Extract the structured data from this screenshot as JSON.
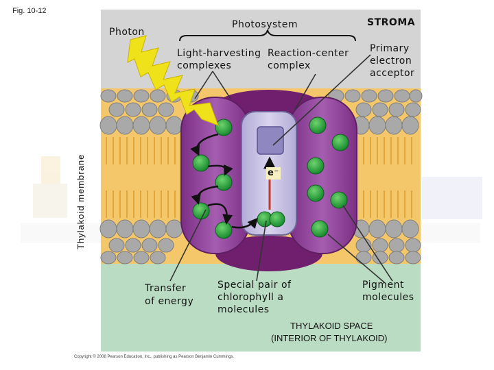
{
  "figure_label": "Fig. 10-12",
  "labels": {
    "photon": "Photon",
    "photosystem": "Photosystem",
    "stroma": "STROMA",
    "light_harvesting_1": "Light-harvesting",
    "light_harvesting_2": "complexes",
    "reaction_center_1": "Reaction-center",
    "reaction_center_2": "complex",
    "primary_acceptor_1": "Primary",
    "primary_acceptor_2": "electron",
    "primary_acceptor_3": "acceptor",
    "thylakoid_membrane": "Thylakoid membrane",
    "electron": "e⁻",
    "transfer_1": "Transfer",
    "transfer_2": "of energy",
    "special_pair_1": "Special pair of",
    "special_pair_2": "chlorophyll a",
    "special_pair_3": "molecules",
    "pigment_1": "Pigment",
    "pigment_2": "molecules",
    "thylakoid_space_1": "THYLAKOID SPACE",
    "thylakoid_space_2": "(INTERIOR OF THYLAKOID)"
  },
  "copyright": "Copyright © 2008 Pearson Education, Inc., publishing as Pearson Benjamin Cummings.",
  "colors": {
    "stroma": "#d4d4d4",
    "lumen": "#b9dcc3",
    "lipid_head": "#a8a8a8",
    "lipid_tail": "#f0bd52",
    "protein": "#9a4fa3",
    "protein_dark": "#6f1f6e",
    "reaction_center": "#c9c2e2",
    "chlorophyll": "#2ea043",
    "bolt": "#f0e21a"
  }
}
